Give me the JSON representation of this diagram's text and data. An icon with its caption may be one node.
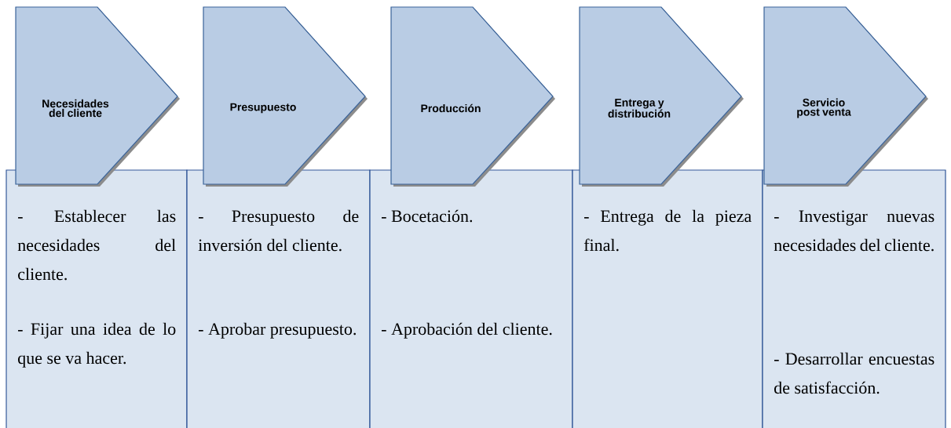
{
  "diagram": {
    "nodes": [
      {
        "text": [
          "Necesidades del cliente"
        ]
      },
      {
        "text": [
          "Presupuesto"
        ]
      },
      {
        "text": [
          "Producción"
        ]
      },
      {
        "text": [
          "Entrega y distribución"
        ]
      },
      {
        "text": [
          "Servicio post venta"
        ]
      },
      {
        "text": [
          "- Establecer las necesidades del cliente.",
          "- Fijar una idea de lo que se va hacer."
        ]
      },
      {
        "text": [
          "- Presupuesto de inversión del cliente.",
          "- Aprobar presupuesto."
        ]
      },
      {
        "text": [
          "- Bocetación.",
          "- Aprobación del cliente."
        ]
      },
      {
        "text": [
          "- Entrega de la pieza final."
        ]
      },
      {
        "text": [
          "- Investigar nuevas necesidades del cliente.",
          "- Desarrollar encuestas de satisfacción."
        ]
      }
    ]
  }
}
